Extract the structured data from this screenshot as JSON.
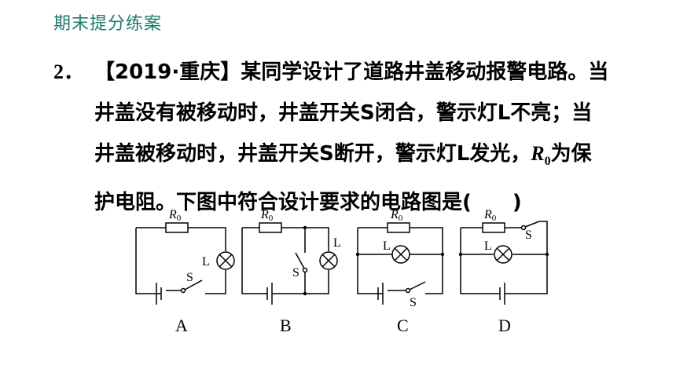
{
  "header": {
    "title": "期末提分练案"
  },
  "question": {
    "number": "2．",
    "line1": "【2019·重庆】某同学设计了道路井盖移动报警电路。当",
    "line2": "井盖没有被移动时，井盖开关S闭合，警示灯L不亮；当",
    "line3_a": "井盖被移动时，井盖开关S断开，警示灯L发光，",
    "r0_symbol": "R",
    "r0_sub": "0",
    "line3_b": "为保",
    "line4_a": "护电阻。下图中符合设计要求的电路图是(",
    "line4_b": ")"
  },
  "diagrams": {
    "r_label": "R",
    "r_sub": "0",
    "lamp_label": "L",
    "switch_label": "S",
    "options": [
      "A",
      "B",
      "C",
      "D"
    ]
  }
}
